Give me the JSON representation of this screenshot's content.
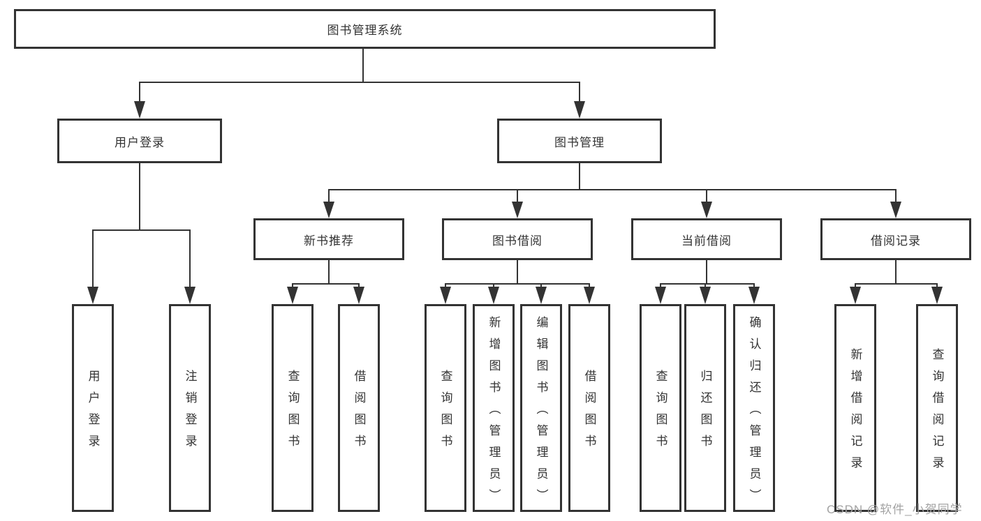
{
  "diagram": {
    "root_label": "图书管理系统",
    "level2": [
      {
        "label": "用户登录"
      },
      {
        "label": "图书管理"
      }
    ],
    "level3": [
      {
        "label": "新书推荐"
      },
      {
        "label": "图书借阅"
      },
      {
        "label": "当前借阅"
      },
      {
        "label": "借阅记录"
      }
    ],
    "leaves": {
      "user_login": [
        "用户登录",
        "注销登录"
      ],
      "new_book_recommend": [
        "查询图书",
        "借阅图书"
      ],
      "book_borrow": [
        "查询图书",
        "新增图书（管理员）",
        "编辑图书（管理员）",
        "借阅图书"
      ],
      "current_borrow": [
        "查询图书",
        "归还图书",
        "确认归还（管理员）"
      ],
      "borrow_records": [
        "新增借阅记录",
        "查询借阅记录"
      ]
    },
    "watermark": "CSDN @软件_小贺同学",
    "colors": {
      "line": "#333333",
      "box_border": "#333333",
      "text": "#333333",
      "watermark": "#a3a3a3",
      "background": "#ffffff"
    }
  }
}
